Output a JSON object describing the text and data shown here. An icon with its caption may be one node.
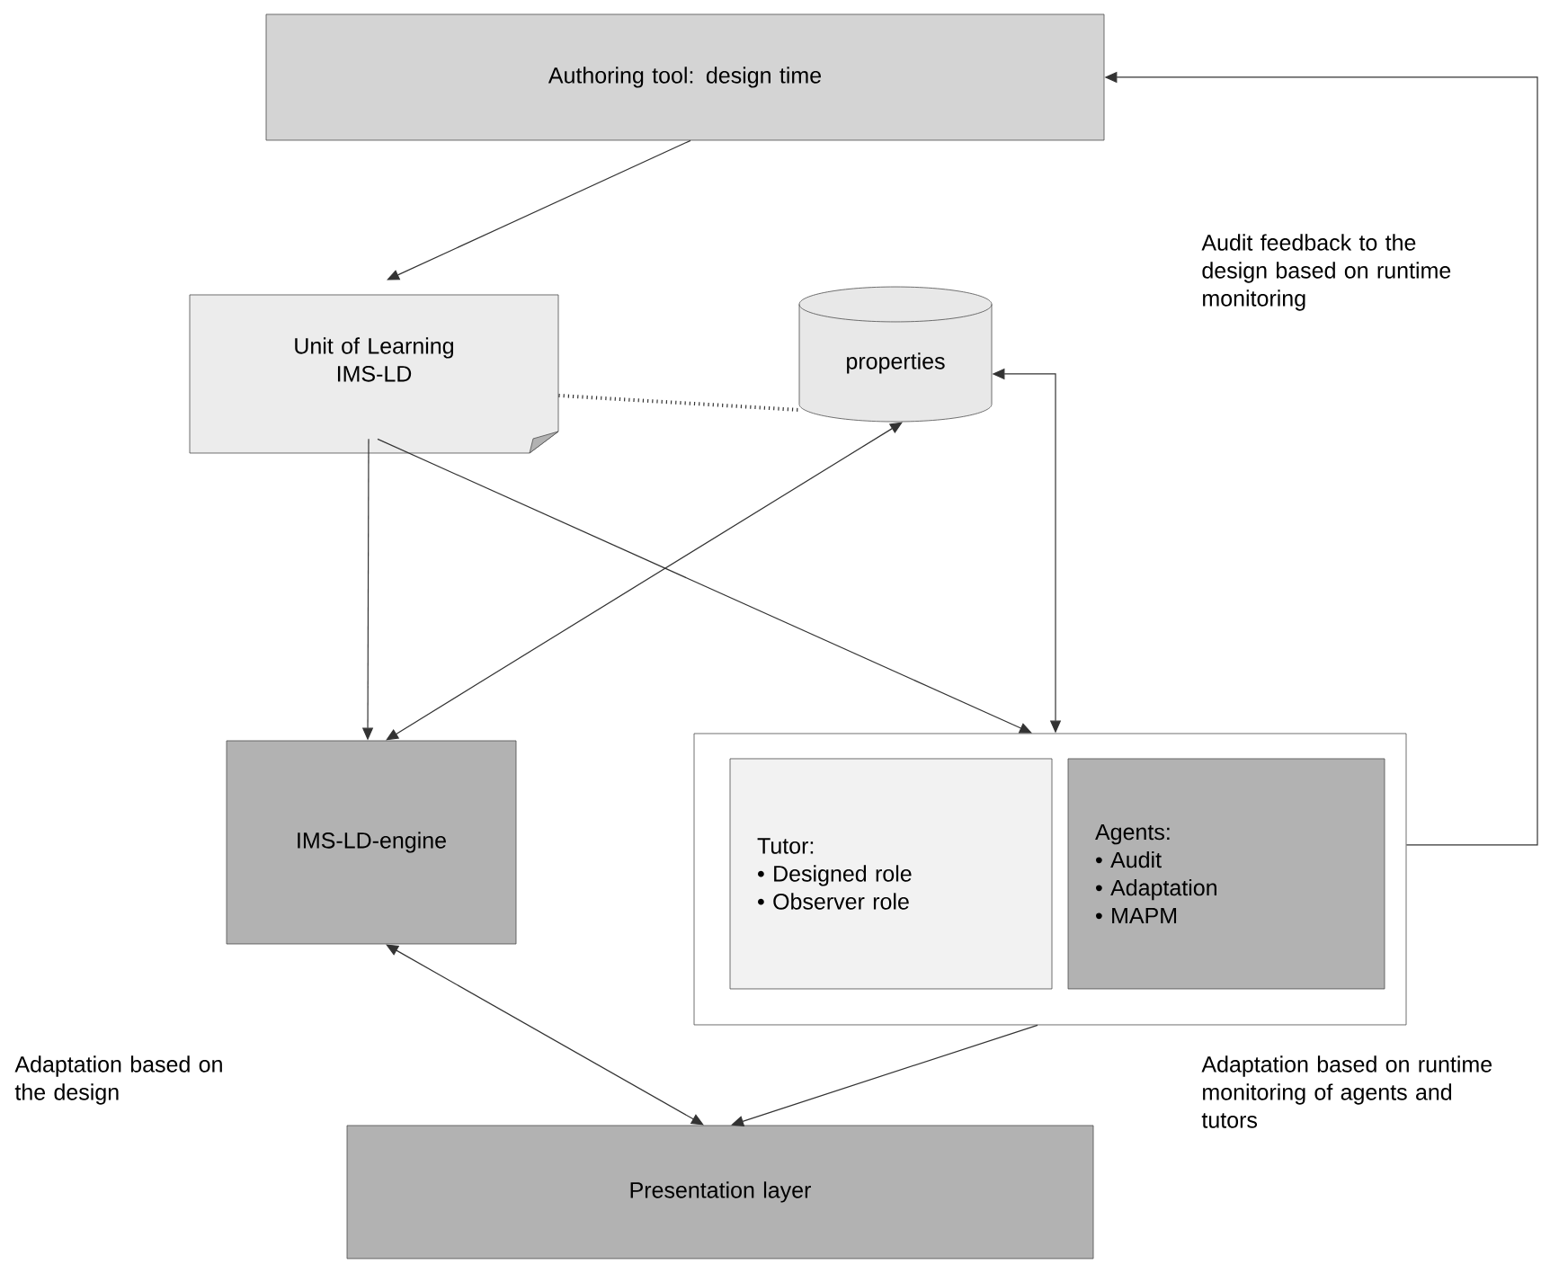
{
  "diagram": {
    "nodes": [
      {
        "text": [
          "Authoring tool: design time"
        ]
      },
      {
        "text": [
          "Unit of Learning IMS-LD"
        ]
      },
      {
        "text": [
          "properties"
        ]
      },
      {
        "text": [],
        "shape": "box"
      },
      {
        "text": [
          "Tutor:",
          "• Designed role",
          "• Observer role"
        ],
        "in": 3
      },
      {
        "text": [
          "Agents:",
          "• Audit",
          "• Adaptation",
          "• MAPM"
        ],
        "in": 3
      },
      {
        "text": [
          "IMS-LD-engine"
        ]
      },
      {
        "text": [
          "Presentation layer"
        ]
      }
    ],
    "edges": [
      {
        "from": 0,
        "to": 1,
        "arrow": "to"
      },
      {
        "from": 1,
        "to": 2,
        "arrow": "none",
        "style": "dashed"
      },
      {
        "from": 1,
        "to": 6,
        "arrow": "to"
      },
      {
        "from": 2,
        "to": 6,
        "arrow": "both"
      },
      {
        "from": 1,
        "to": 3,
        "arrow": "to"
      },
      {
        "from": 2,
        "to": 3,
        "arrow": "both"
      },
      {
        "from": 3,
        "to": 0,
        "arrow": "to"
      },
      {
        "from": 6,
        "to": 7,
        "arrow": "both"
      },
      {
        "from": 3,
        "to": 7,
        "arrow": "to"
      }
    ],
    "labels": [
      "Audit feedback to the design based on runtime monitoring",
      "Adaptation based on the design",
      "Adaptation based on runtime monitoring of agents and tutors"
    ]
  }
}
